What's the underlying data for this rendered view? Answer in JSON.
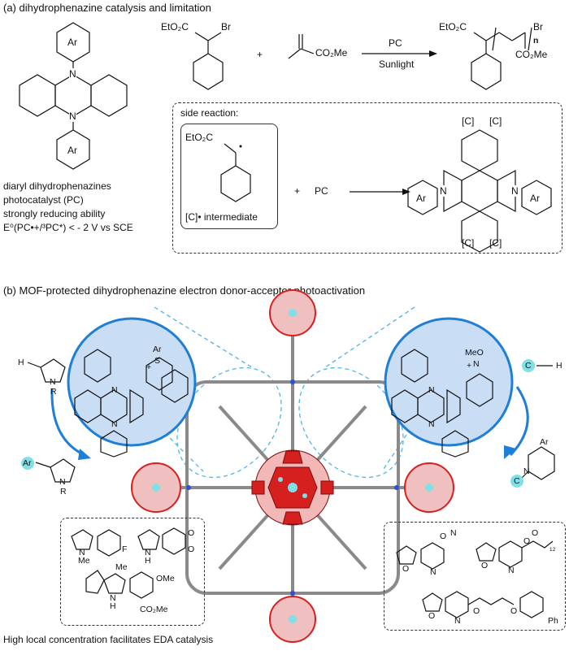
{
  "panel_a": {
    "title": "(a) dihydrophenazine catalysis and limitation",
    "catalyst_labels": [
      "Ar",
      "N",
      "N",
      "Ar"
    ],
    "catalyst_desc": [
      "diaryl dihydrophenazines",
      "photocatalyst (PC)",
      "strongly reducing ability",
      "E⁰(PC•+/³PC*) < - 2 V vs SCE"
    ],
    "reaction": {
      "reactant1_group": "EtO₂C",
      "reactant1_halide": "Br",
      "plus": "+",
      "reactant2_group": "CO₂Me",
      "arrow_top": "PC",
      "arrow_bottom": "Sunlight",
      "product_group1": "EtO₂C",
      "product_halide": "Br",
      "product_n": "n",
      "product_group2": "CO₂Me"
    },
    "side": {
      "title": "side reaction:",
      "radical_group": "EtO₂C",
      "intermediate": "[C]• intermediate",
      "plus": "+",
      "pc": "PC",
      "adduct_labels": [
        "[C]",
        "[C]",
        "N",
        "N",
        "Ar",
        "Ar",
        "[C]",
        "[C]"
      ]
    }
  },
  "panel_b": {
    "title": "(b) MOF-protected dihydrophenazine electron donor-acceptor photoactivation",
    "left_substrate": {
      "h": "H",
      "n": "N",
      "r": "R"
    },
    "left_product": {
      "ar": "Ar",
      "n": "N",
      "r": "R"
    },
    "left_circle": {
      "ar": "Ar",
      "s": "S",
      "plus": "+",
      "n1": "N",
      "n2": "N"
    },
    "right_circle": {
      "meo": "MeO",
      "plus": "+",
      "n_py": "N",
      "n1": "N",
      "n2": "N"
    },
    "right_substrate": {
      "c": "C",
      "h": "H"
    },
    "right_product": {
      "ar": "Ar",
      "n": "N",
      "c": "C"
    },
    "left_box": {
      "labels": [
        "N",
        "Me",
        "F",
        "N",
        "H",
        "O",
        "O",
        "Me",
        "N",
        "H",
        "OMe",
        "CO₂Me"
      ]
    },
    "right_box": {
      "labels": [
        "N",
        "O",
        "O",
        "N",
        "N",
        "O",
        "O",
        "₁₂",
        "O",
        "N",
        "O",
        "O",
        "O",
        "Ph"
      ]
    },
    "caption": "High local concentration facilitates EDA catalysis"
  },
  "colors": {
    "accent_blue": "#1f7ed6",
    "circle_fill": "#c9ddf5",
    "cyan_highlight": "#7fe0e8",
    "mof_red": "#d62020",
    "mof_grey": "#8a8a8a"
  }
}
